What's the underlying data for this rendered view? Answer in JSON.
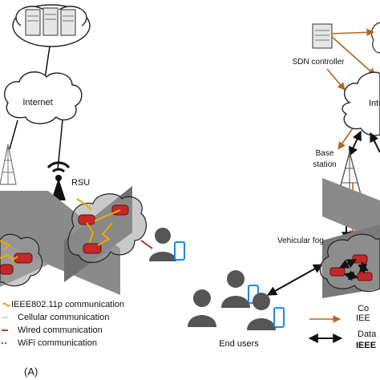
{
  "panel_a": {
    "internet": "Internet",
    "rsu": "RSU",
    "legend": [
      {
        "label": "IEEE802.11p communication",
        "color": "#f0a800"
      },
      {
        "label": "Cellular communication",
        "color": "#d8d8d8"
      },
      {
        "label": "Wired communication",
        "color": "#c0392b"
      },
      {
        "label": "WiFi communication",
        "color": "#c0392b"
      }
    ],
    "caption": "(A)"
  },
  "panel_b": {
    "sdn_controller": "SDN controller",
    "internet": "Inte",
    "base_station_line1": "Base",
    "base_station_line2": "station",
    "vehicular_fog": "Vehicular fog",
    "end_users": "End users",
    "legend_arrow1_line1": "Co",
    "legend_arrow1_line2": "IEE",
    "legend_arrow2_line1": "Data",
    "legend_arrow2_line2": "IEEE",
    "control_color": "#b5651d",
    "data_color": "#111111"
  }
}
